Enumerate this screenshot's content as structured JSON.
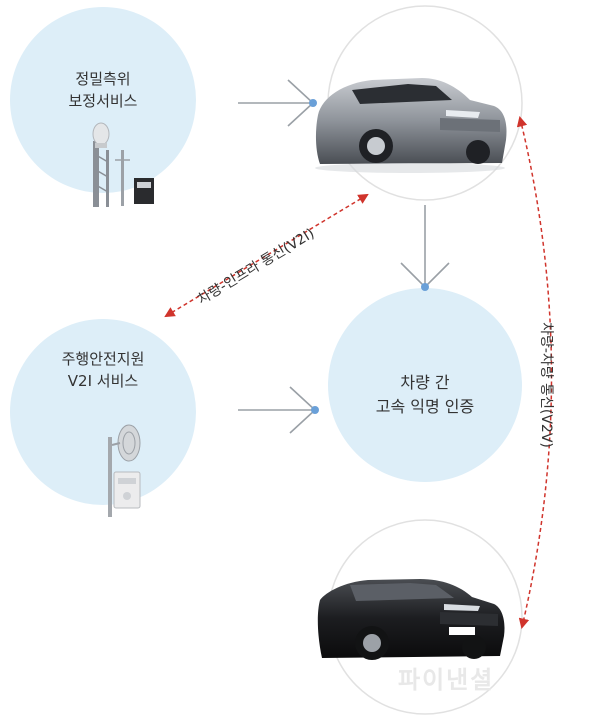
{
  "nodes": {
    "precise_positioning": {
      "line1": "정밀측위",
      "line2": "보정서비스"
    },
    "safe_driving": {
      "line1": "주행안전지원",
      "line2": "V2I 서비스"
    },
    "anon_auth": {
      "line1": "차량 간",
      "line2": "고속 익명 인증"
    }
  },
  "links": {
    "v2i": "차량-인프라 통신(V2I)",
    "v2v": "차량-차량 통신(V2V)"
  },
  "watermark": "파이낸셜",
  "colors": {
    "circle_fill": "#ddeef8",
    "circle_stroke": "#e1e1e1",
    "arrow": "#9aa0a6",
    "dot": "#6aa0d8",
    "dashed": "#d0342c"
  }
}
